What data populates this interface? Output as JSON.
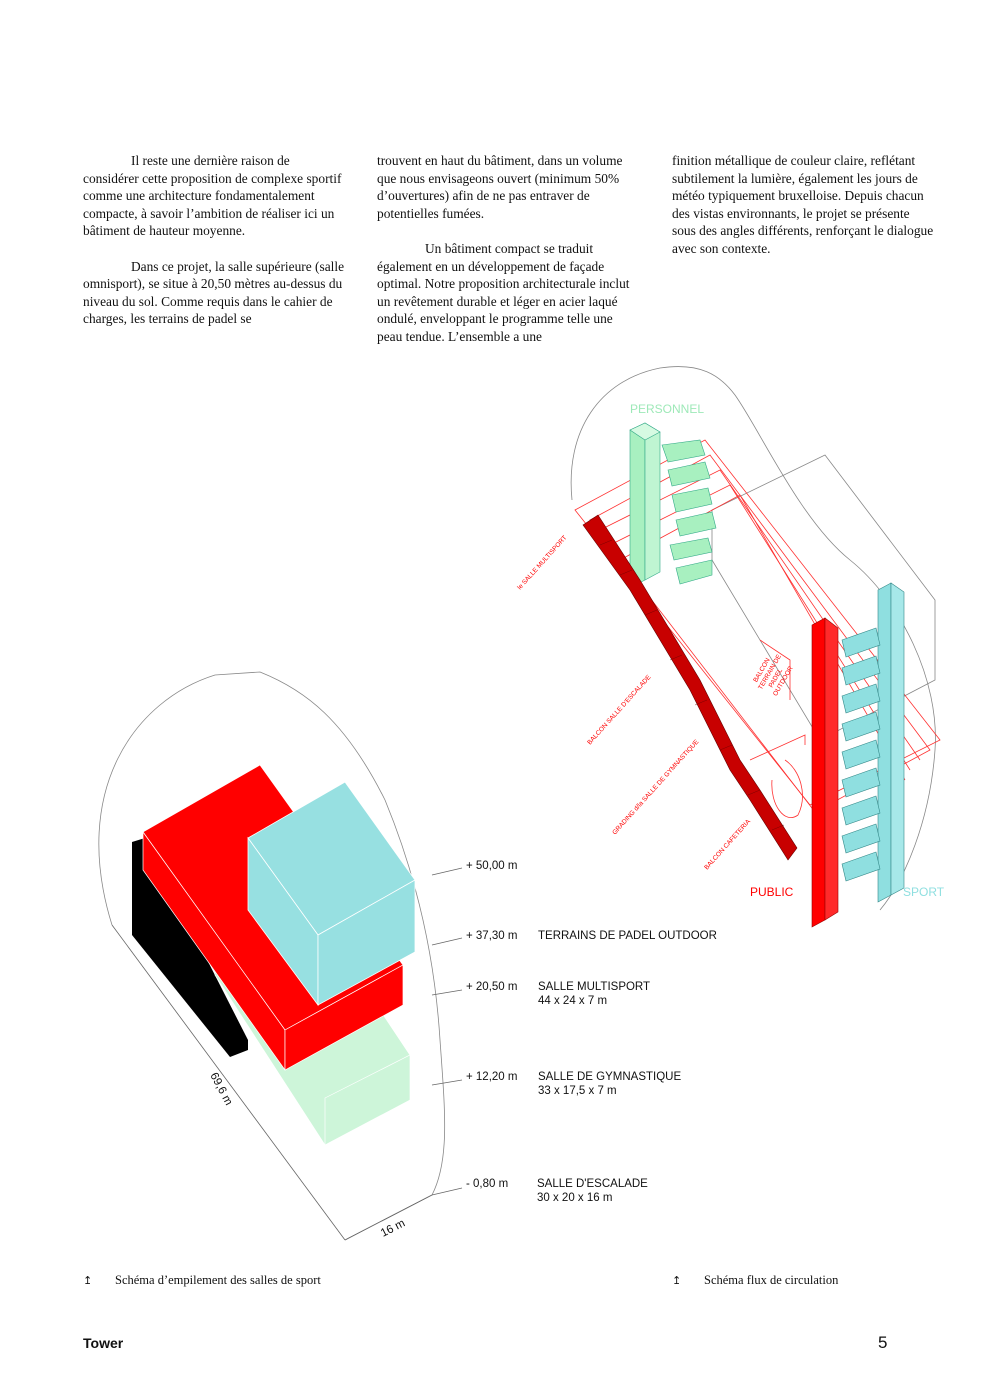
{
  "body_text": {
    "col1": [
      "Il reste une dernière raison de considérer cette proposition de complexe sportif comme une architecture fondamentalement compacte, à savoir l’ambition de réaliser ici un bâtiment de hauteur moyenne.",
      "Dans ce projet, la salle supérieure (salle omnisport), se situe à 20,50 mètres au-dessus du niveau du sol. Comme requis dans le cahier de charges, les terrains de padel se"
    ],
    "col2": [
      "trouvent en haut du bâtiment, dans un volume que nous envisageons ouvert (minimum 50% d’ouvertures) afin de ne pas entraver de potentielles fumées.",
      "Un bâtiment compact se traduit également en un développement de façade optimal. Notre proposition architecturale inclut un revêtement durable et léger en acier laqué ondulé, enveloppant le programme telle une peau tendue. L’ensemble a une"
    ],
    "col3": [
      "finition métallique de couleur claire, reflétant subtilement la lumière, également les jours de météo typiquement bruxelloise. Depuis chacun des vistas environnants, le projet se présente sous des angles différents, renforçant le dialogue avec son contexte."
    ]
  },
  "stacking_diagram": {
    "colors": {
      "red": "#ff0000",
      "cyan": "#97e0e1",
      "green": "#cdf5d9",
      "black": "#000000"
    },
    "dimension_length": "69,6 m",
    "dimension_width": "16 m",
    "levels": [
      {
        "height": "+ 50,00 m",
        "name": "",
        "size": ""
      },
      {
        "height": "+ 37,30 m",
        "name": "TERRAINS DE PADEL OUTDOOR",
        "size": ""
      },
      {
        "height": "+ 20,50 m",
        "name": "SALLE MULTISPORT",
        "size": "44 x 24 x 7 m"
      },
      {
        "height": "+ 12,20 m",
        "name": "SALLE DE GYMNASTIQUE",
        "size": "33 x 17,5 x 7 m"
      },
      {
        "height": "-  0,80 m",
        "name": "SALLE D'ESCALADE",
        "size": "30 x 20 x 16 m"
      }
    ]
  },
  "circulation_diagram": {
    "personnel": "PERSONNEL",
    "public": "PUBLIC",
    "sport": "SPORT",
    "labels": {
      "salle_multisport": "le SALLE MULTISPORT",
      "balcon_escalade": "BALCON SALLE D'ESCALADE",
      "grading": "GRADING d/la SALLE DE GYMNASTIQUE",
      "balcon_cafeteria": "BALCON CAFETERIA",
      "balcon_padel_1": "BALCON",
      "balcon_padel_2": "TERRAIN DE",
      "balcon_padel_3": "PADEL",
      "balcon_padel_4": "OUTDOOR"
    }
  },
  "captions": {
    "arrow": "↥",
    "left": "Schéma d’empilement des salles de sport",
    "right": "Schéma flux de circulation"
  },
  "footer": {
    "title": "Tower",
    "page": "5"
  }
}
